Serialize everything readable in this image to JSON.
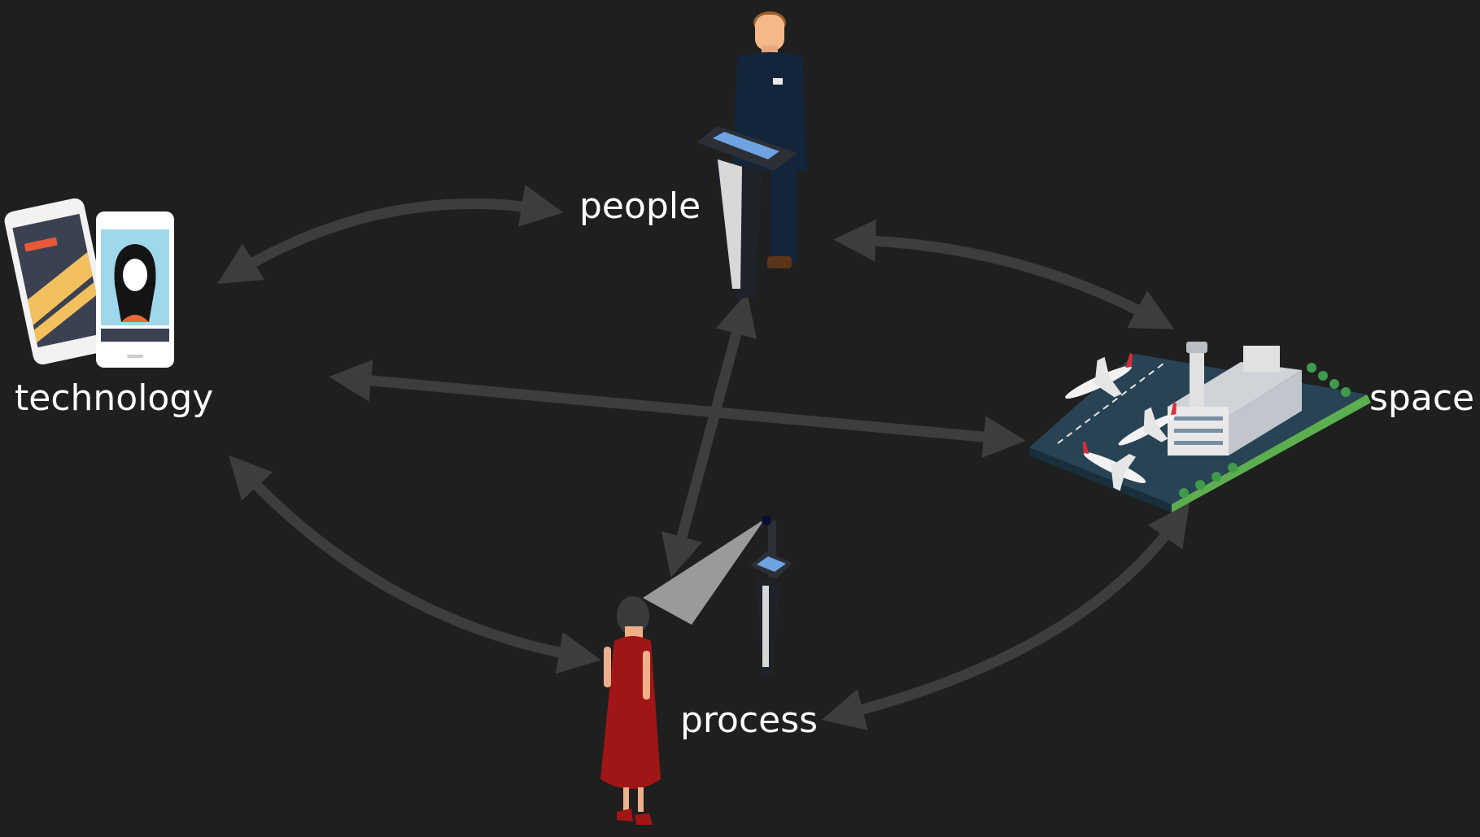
{
  "diagram": {
    "nodes": {
      "people": {
        "label": "people",
        "illustration": "officer-at-podium"
      },
      "technology": {
        "label": "technology",
        "illustration": "smartphones-with-face-scan"
      },
      "space": {
        "label": "space",
        "illustration": "isometric-airport"
      },
      "process": {
        "label": "process",
        "illustration": "traveler-at-face-scanning-kiosk"
      }
    },
    "connections": [
      {
        "from": "people",
        "to": "technology",
        "style": "double-arrow"
      },
      {
        "from": "people",
        "to": "space",
        "style": "double-arrow"
      },
      {
        "from": "technology",
        "to": "process",
        "style": "double-arrow"
      },
      {
        "from": "space",
        "to": "process",
        "style": "double-arrow"
      },
      {
        "from": "technology",
        "to": "space",
        "style": "double-arrow"
      },
      {
        "from": "people",
        "to": "process",
        "style": "double-arrow"
      }
    ],
    "colors": {
      "background": "#1f1f1f",
      "arrow": "#3d3d3d",
      "label": "#ffffff",
      "uniform": "#13243b",
      "dress": "#a01515",
      "screen": "#6fa2e0"
    }
  }
}
